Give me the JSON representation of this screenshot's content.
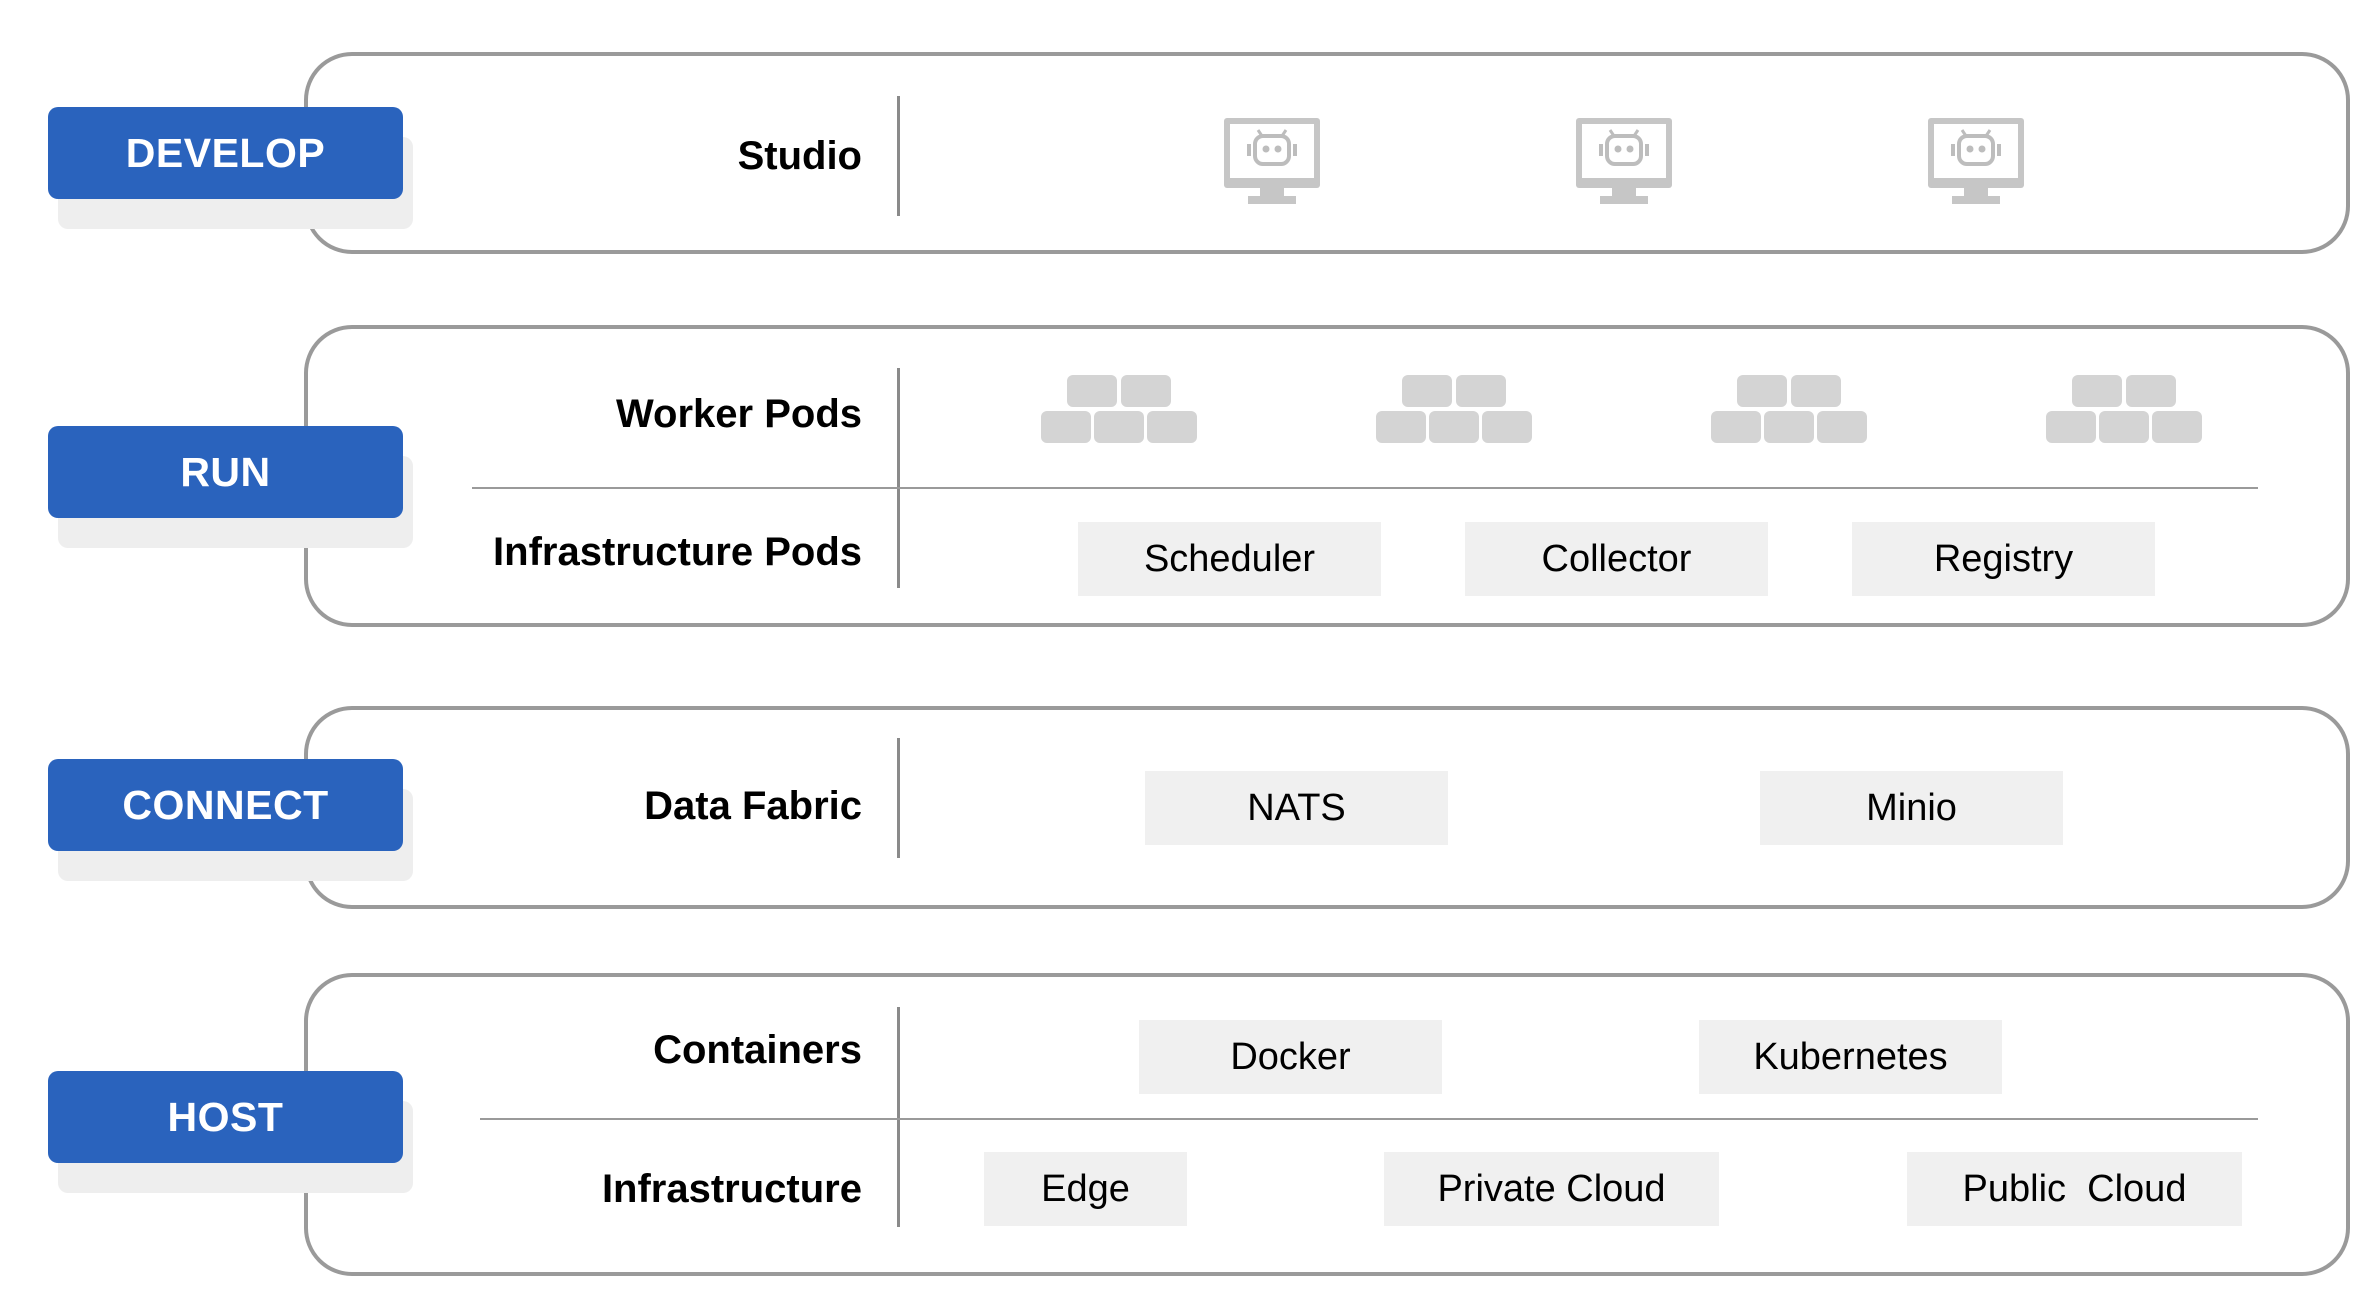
{
  "layers": {
    "develop": {
      "tag": "DEVELOP",
      "rows": {
        "studio": "Studio"
      },
      "icons": [
        "robot-monitor-icon",
        "robot-monitor-icon",
        "robot-monitor-icon"
      ]
    },
    "run": {
      "tag": "RUN",
      "rows": {
        "worker_pods": "Worker Pods",
        "infrastructure_pods": "Infrastructure Pods"
      },
      "icons": [
        "pods-cluster-icon",
        "pods-cluster-icon",
        "pods-cluster-icon",
        "pods-cluster-icon"
      ],
      "items": [
        "Scheduler",
        "Collector",
        "Registry"
      ]
    },
    "connect": {
      "tag": "CONNECT",
      "rows": {
        "data_fabric": "Data Fabric"
      },
      "items": [
        "NATS",
        "Minio"
      ]
    },
    "host": {
      "tag": "HOST",
      "rows": {
        "containers": "Containers",
        "infrastructure": "Infrastructure"
      },
      "container_items": [
        "Docker",
        "Kubernetes"
      ],
      "infrastructure_items": [
        "Edge",
        "Private Cloud",
        "Public  Cloud"
      ]
    }
  },
  "colors": {
    "tag_background": "#2a63bd",
    "panel_border": "#9a9a9a",
    "item_box": "#f0f0f0",
    "icon_gray": "#c6c6c6"
  }
}
